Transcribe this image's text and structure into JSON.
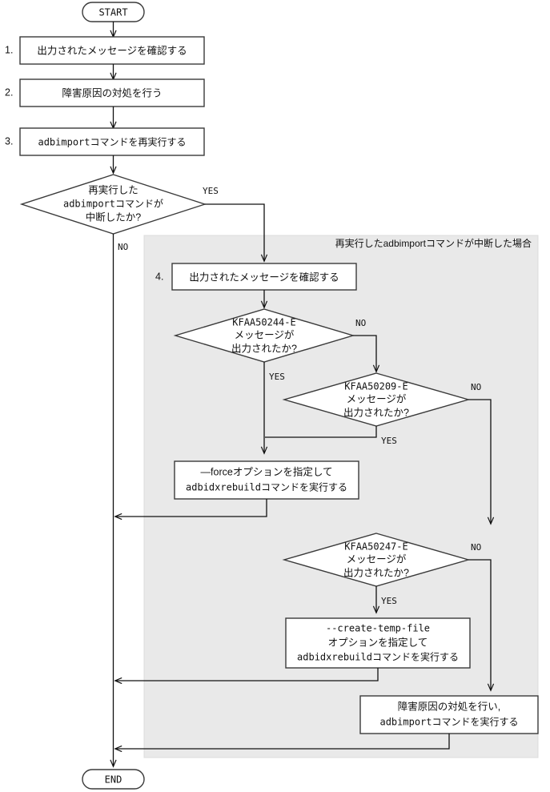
{
  "diagram": {
    "type": "flowchart",
    "title": "adbimport command interruption handling flowchart",
    "terminators": {
      "start": "START",
      "end": "END"
    },
    "panel": {
      "caption": "再実行したadbimportコマンドが中断した場合",
      "fill": "#e9e9e9"
    },
    "edge_labels": {
      "yes": "YES",
      "no": "NO"
    },
    "steps": [
      {
        "num": "1.",
        "text": [
          "出力されたメッセージを確認する"
        ]
      },
      {
        "num": "2.",
        "text": [
          "障害原因の対処を行う"
        ]
      },
      {
        "num": "3.",
        "text": [
          "adbimportコマンドを再実行する"
        ]
      },
      {
        "num": "4.",
        "text": [
          "出力されたメッセージを確認する"
        ]
      }
    ],
    "decisions": [
      {
        "id": "d1",
        "lines": [
          "再実行した",
          "adbimportコマンドが",
          "中断したか?"
        ],
        "yes": "YES",
        "no": "NO"
      },
      {
        "id": "d2",
        "lines": [
          "KFAA50244-E",
          "メッセージが",
          "出力されたか?"
        ],
        "yes": "YES",
        "no": "NO"
      },
      {
        "id": "d3",
        "lines": [
          "KFAA50209-E",
          "メッセージが",
          "出力されたか?"
        ],
        "yes": "YES",
        "no": "NO"
      },
      {
        "id": "d4",
        "lines": [
          "KFAA50247-E",
          "メッセージが",
          "出力されたか?"
        ],
        "yes": "YES",
        "no": "NO"
      }
    ],
    "actions": [
      {
        "id": "a_force",
        "lines": [
          "—forceオプションを指定して",
          "adbidxrebuildコマンドを実行する"
        ]
      },
      {
        "id": "a_temp",
        "lines": [
          "--create-temp-file",
          "オプションを指定して",
          "adbidxrebuildコマンドを実行する"
        ]
      },
      {
        "id": "a_cause",
        "lines": [
          "障害原因の対処を行い,",
          "adbimportコマンドを実行する"
        ]
      }
    ],
    "colors": {
      "line": "#111111",
      "shape_stroke": "#3a3a3a",
      "shape_fill": "#ffffff",
      "panel_fill": "#e9e9e9",
      "text": "#111111"
    }
  }
}
